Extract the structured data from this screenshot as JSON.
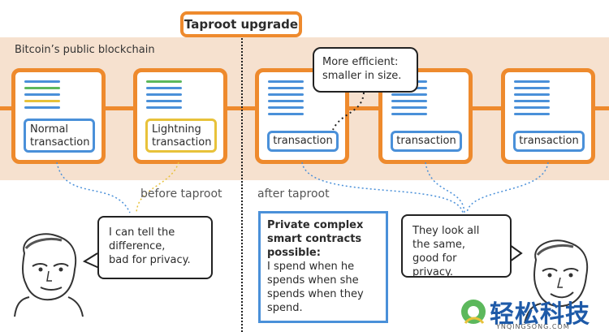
{
  "header": {
    "upgrade_label": "Taproot upgrade",
    "chain_label": "Bitcoin’s public blockchain"
  },
  "blocks": [
    {
      "tx_line1": "Normal",
      "tx_line2": "transaction",
      "bars": [
        "#4a90d9",
        "#5cb85c",
        "#4a90d9",
        "#e8c23a",
        "#4a90d9"
      ]
    },
    {
      "tx_line1": "Lightning",
      "tx_line2": "transaction",
      "bars": [
        "#5cb85c",
        "#4a90d9",
        "#4a90d9",
        "#4a90d9",
        "#4a90d9"
      ]
    },
    {
      "tx_label": "transaction"
    },
    {
      "tx_label": "transaction"
    },
    {
      "tx_label": "transaction"
    }
  ],
  "callout": {
    "line1": "More efficient:",
    "line2": "smaller in size."
  },
  "captions": {
    "before": "before taproot",
    "after": "after taproot"
  },
  "left_bubble": {
    "line1": "I can tell the",
    "line2": "difference,",
    "line3": "bad for privacy."
  },
  "center_box": {
    "bold1": "Private complex",
    "bold2": "smart contracts",
    "bold3": "possible:",
    "l1": "I spend when he",
    "l2": "spends when she",
    "l3": "spends when they",
    "l4": "spend."
  },
  "right_bubble": {
    "line1": "They look all",
    "line2": "the same,",
    "line3": "good for privacy."
  },
  "watermark": {
    "text": "轻松科技",
    "sub": "YNQINGSONG.COM"
  },
  "colors": {
    "orange": "#ee8a2d",
    "blue": "#4a90d9",
    "green": "#5cb85c",
    "yellow": "#e8c23a",
    "band": "#f6e1cf"
  }
}
